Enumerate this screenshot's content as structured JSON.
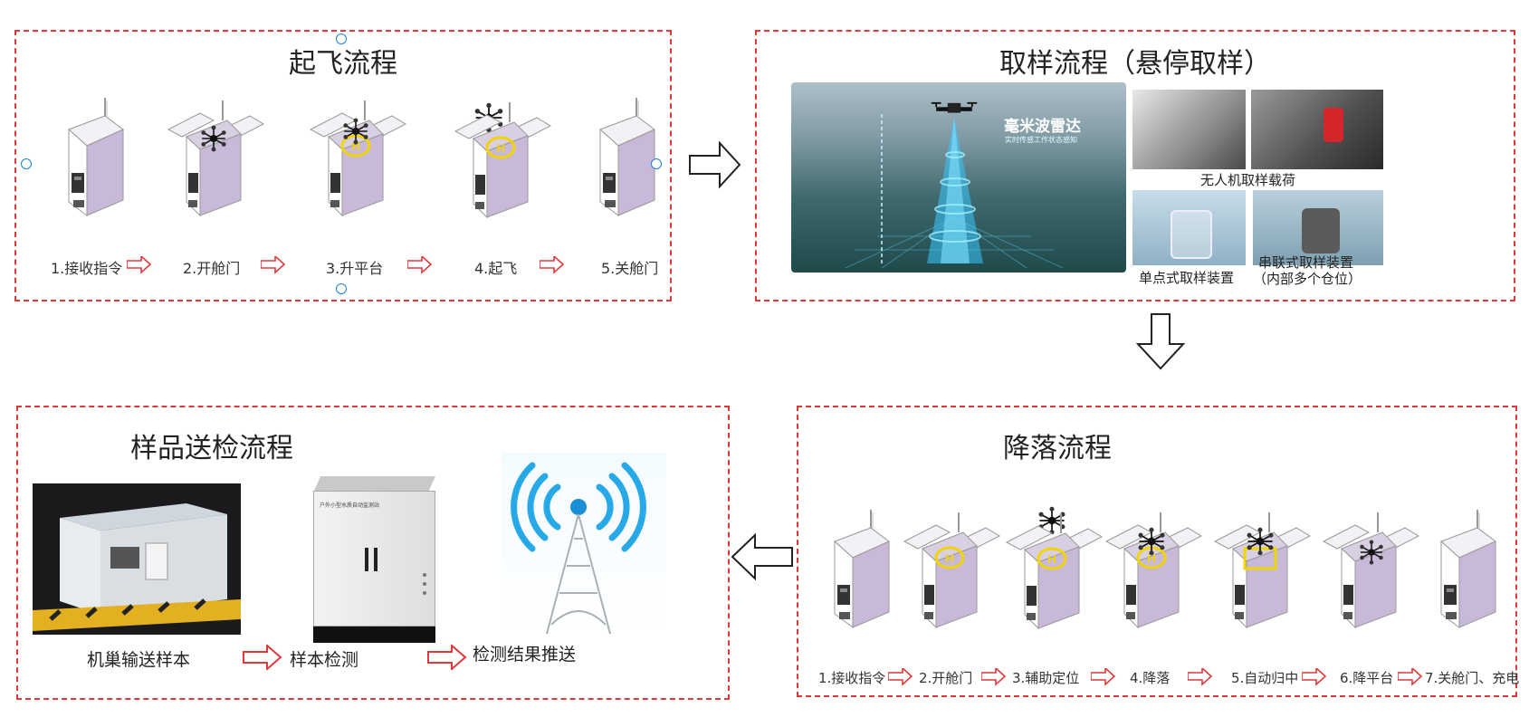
{
  "takeoff": {
    "title": "起飞流程",
    "steps": [
      "1.接收指令",
      "2.开舱门",
      "3.升平台",
      "4.起飞",
      "5.关舱门"
    ]
  },
  "sampling": {
    "title": "取样流程（悬停取样）",
    "radar_title": "毫米波雷达",
    "radar_sub": "实时传感工作状态感知",
    "payload_caption": "无人机取样载荷",
    "single_caption": "单点式取样装置",
    "serial_caption_1": "串联式取样装置",
    "serial_caption_2": "（内部多个仓位）"
  },
  "landing": {
    "title": "降落流程",
    "steps": [
      "1.接收指令",
      "2.开舱门",
      "3.辅助定位",
      "4.降落",
      "5.自动归中",
      "6.降平台",
      "7.关舱门、充电"
    ]
  },
  "delivery": {
    "title": "样品送检流程",
    "steps": [
      "机巢输送样本",
      "样本检测",
      "检测结果推送"
    ],
    "cabinet_text": "户外小型水质自动监测站"
  },
  "colors": {
    "dash_border": "#e0393c",
    "arrow_red": "#e0393c",
    "helipad_yellow": "#f2d400",
    "radar_blue": "#2ab0ff",
    "handle_blue": "#1e7fd8"
  }
}
